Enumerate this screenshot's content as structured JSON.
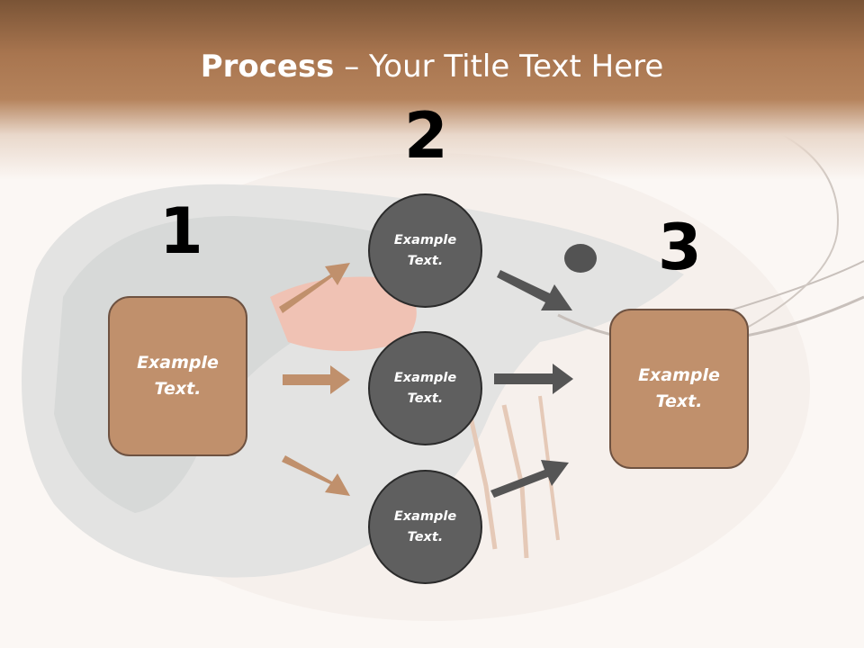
{
  "title": {
    "bold": "Process",
    "rest": " – Your Title Text Here"
  },
  "steps": [
    {
      "number": "1"
    },
    {
      "number": "2"
    },
    {
      "number": "3"
    }
  ],
  "nodes": {
    "left_box": "Example Text.",
    "circle_top": "Example Text.",
    "circle_middle": "Example Text.",
    "circle_bottom": "Example Text.",
    "right_box": "Example Text."
  },
  "colors": {
    "header_band": "#a8754f",
    "box_fill": "#c0906c",
    "box_border": "#6e5241",
    "circle_fill": "#5f5f5f",
    "circle_border": "#2b2b2b",
    "arrow_left": "#c0906c",
    "arrow_right": "#555555"
  }
}
